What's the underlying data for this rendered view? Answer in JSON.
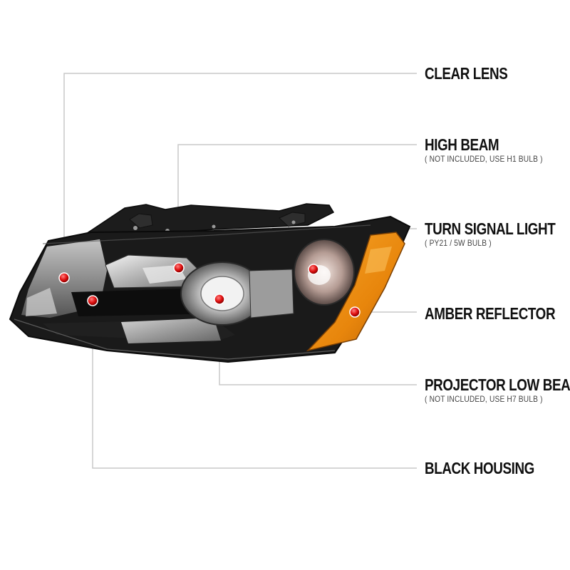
{
  "callouts": {
    "clear_lens": {
      "title": "CLEAR LENS"
    },
    "high_beam": {
      "title": "HIGH BEAM",
      "sub": "( NOT INCLUDED, USE  H1  BULB )"
    },
    "turn_signal": {
      "title": "TURN SIGNAL LIGHT",
      "sub": "( PY21 / 5W  BULB )"
    },
    "amber_reflector": {
      "title": "AMBER REFLECTOR"
    },
    "projector_low_beam": {
      "title": "PROJECTOR LOW BEAM",
      "sub": "( NOT INCLUDED, USE  H7  BULB )"
    },
    "black_housing": {
      "title": "BLACK HOUSING"
    }
  },
  "colors": {
    "leader_line": "#c8c8c8",
    "marker": "#e01010",
    "housing": "#151515",
    "amber": "#e8860c"
  }
}
